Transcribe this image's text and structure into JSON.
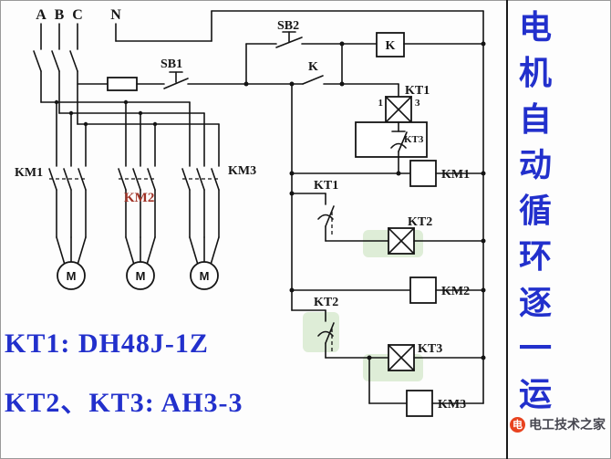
{
  "diagram_title": "电机自动循环逐一运",
  "side_title": {
    "chars": [
      "电",
      "机",
      "自",
      "动",
      "循",
      "环",
      "逐",
      "一",
      "运"
    ]
  },
  "power": {
    "phases": [
      "A",
      "B",
      "C",
      "N"
    ],
    "contactors": {
      "km1": "KM1",
      "km2": "KM2",
      "km3": "KM3"
    },
    "motor": "M"
  },
  "control": {
    "sb1": "SB1",
    "sb2": "SB2",
    "k_contact": "K",
    "k_coil": "K",
    "kt1_coil": "KT1",
    "pin_1": "1",
    "pin_3": "3",
    "kt3_nc_contact": "KT3",
    "km1_coil": "KM1",
    "kt1_contact": "KT1",
    "kt2_coil": "KT2",
    "km2_coil": "KM2",
    "kt2_contact": "KT2",
    "kt3_coil": "KT3",
    "km3_coil": "KM3"
  },
  "notes": {
    "line1": "KT1: DH48J-1Z",
    "line2": "KT2、KT3: AH3-3"
  },
  "watermark": {
    "logo_char": "电",
    "brand": "电工技术之家"
  },
  "colors": {
    "wire": "#141414",
    "note_blue": "#2230cc",
    "title_blue": "#2230cc",
    "km2_red": "#a03226",
    "watermark_red": "#e8431f"
  }
}
